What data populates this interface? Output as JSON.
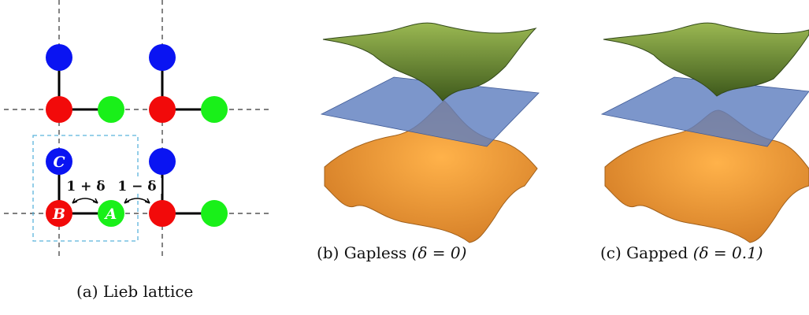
{
  "figure": {
    "panel_a": {
      "caption_label": "(a)",
      "caption_text": "Lieb lattice",
      "atoms": {
        "A": "A",
        "B": "B",
        "C": "C"
      },
      "hopping_left": "1 + δ",
      "hopping_right": "1 − δ",
      "colors": {
        "site_A": "#19f019",
        "site_B": "#f20a0a",
        "site_C": "#0a14f2",
        "unit_cell": "#5ab4dc"
      }
    },
    "panel_b": {
      "caption_label": "(b)",
      "caption_text": "Gapless",
      "caption_condition": "(δ = 0)"
    },
    "panel_c": {
      "caption_label": "(c)",
      "caption_text": "Gapped",
      "caption_condition": "(δ = 0.1)"
    },
    "band_colors": {
      "upper": "#7a9a3a",
      "flat": "#5f7fc0",
      "lower": "#f59a3a"
    }
  }
}
